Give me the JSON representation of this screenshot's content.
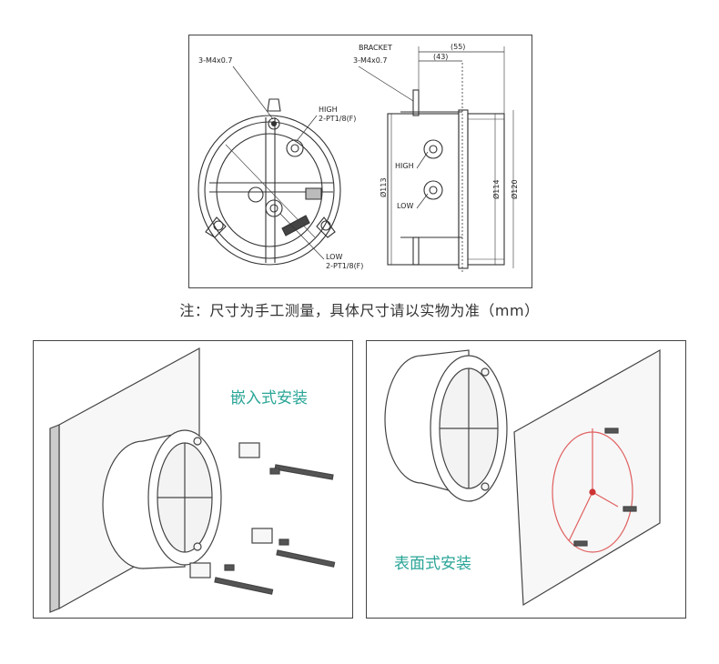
{
  "drawing": {
    "labels": {
      "screws_front": "3-M4x0.7",
      "bracket": "BRACKET",
      "screws_side": "3-M4x0.7",
      "dim_overall": "(55)",
      "dim_body": "(43)",
      "high_front": "HIGH",
      "port_high": "2-PT1/8(F)",
      "low_front": "LOW",
      "port_low": "2-PT1/8(F)",
      "high_side": "HIGH",
      "low_side": "LOW",
      "dia_body": "Ø113",
      "dia_flange": "Ø114",
      "dia_bezel": "Ø120"
    }
  },
  "note": "注：尺寸为手工测量，具体尺寸请以实物为准（mm）",
  "install": {
    "flush_title": "嵌入式安装",
    "surface_title": "表面式安装"
  },
  "colors": {
    "caption": "#2aa597",
    "template_circle": "#e06060",
    "line": "#333333"
  }
}
